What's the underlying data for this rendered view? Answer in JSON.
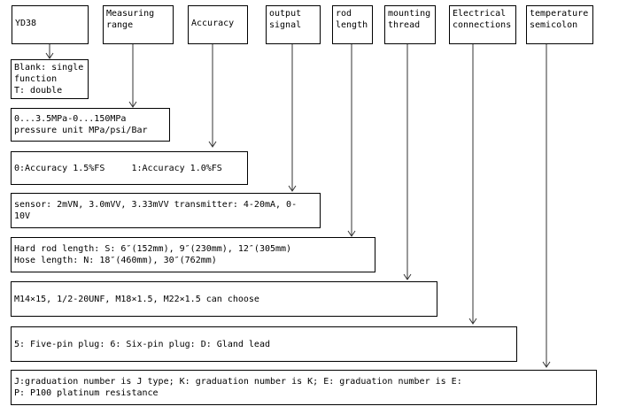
{
  "headers": {
    "model": "YD38",
    "measuring_range": "Measuring\nrange",
    "accuracy": "Accuracy",
    "output_signal": "output\nsignal",
    "rod_length": "rod\nlength",
    "mounting_thread": "mounting\nthread",
    "electrical_connections": "Electrical\nconnections",
    "temperature": "temperature\nsemicolon"
  },
  "options": {
    "function": "Blank: single\nfunction\nT: double",
    "range": "0...3.5MPa-0...150MPa\npressure unit MPa/psi/Bar",
    "accuracy": "0:Accuracy 1.5%FS     1:Accuracy 1.0%FS",
    "signal": "sensor: 2mVN, 3.0mVV, 3.33mVV transmitter: 4-20mA, 0-\n10V",
    "rod": "Hard rod length: S: 6″(152mm), 9″(230mm), 12″(305mm)\nHose length: N: 18″(460mm), 30″(762mm)",
    "thread": "M14×15, 1/2-20UNF, M18×1.5, M22×1.5 can choose",
    "electrical": "5: Five-pin plug: 6: Six-pin plug: D: Gland lead",
    "temperature": "J:graduation number is J type; K: graduation number is K; E: graduation number is E:\nP: P100 platinum resistance"
  }
}
